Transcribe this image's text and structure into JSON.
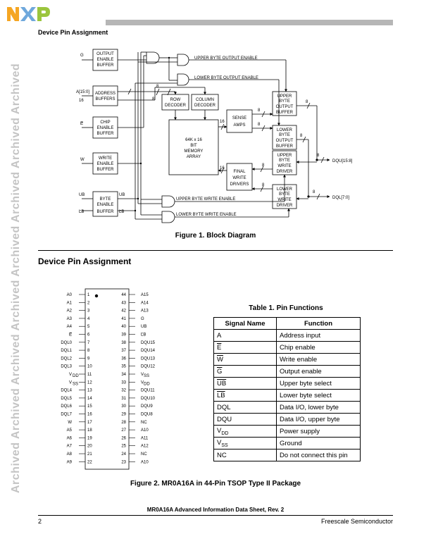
{
  "header": {
    "logo_text": "NXP",
    "section_title": "Device Pin Assignment"
  },
  "watermark": "Archived Archived Archived Archived Archived Archived Archived Archived",
  "block_diagram": {
    "caption": "Figure 1. Block Diagram",
    "blocks": {
      "oeb": [
        "OUTPUT",
        "ENABLE",
        "BUFFER"
      ],
      "ab": [
        "ADDRESS",
        "BUFFERS"
      ],
      "ceb": [
        "CHIP",
        "ENABLE",
        "BUFFER"
      ],
      "web": [
        "WRITE",
        "ENABLE",
        "BUFFER"
      ],
      "beb": [
        "BYTE",
        "ENABLE",
        "BUFFER"
      ],
      "rd": [
        "ROW",
        "DECODER"
      ],
      "cd": [
        "COLUMN",
        "DECODER"
      ],
      "ma": [
        "64K x 16",
        "BIT",
        "MEMORY",
        "ARRAY"
      ],
      "sa": [
        "SENSE",
        "AMPS"
      ],
      "fwd": [
        "FINAL",
        "WRITE",
        "DRIVERS"
      ],
      "uob": [
        "UPPER",
        "BYTE",
        "OUTPUT",
        "BUFFER"
      ],
      "lob": [
        "LOWER",
        "BYTE",
        "OUTPUT",
        "BUFFER"
      ],
      "uwd": [
        "UPPER",
        "BYTE",
        "WRITE",
        "DRIVER"
      ],
      "lwd": [
        "LOWER",
        "BYTE",
        "WRITE",
        "DRIVER"
      ]
    },
    "signals": {
      "g": "G",
      "addr": "A[15:0]",
      "e": "E",
      "w": "W",
      "ub": "UB",
      "lb": "LB",
      "dqu": "DQU[15:8]",
      "dql": "DQL[7:0]",
      "uoe": "UPPER BYTE OUTPUT ENABLE",
      "loe": "LOWER BYTE OUTPUT ENABLE",
      "uwe": "UPPER BYTE WRITE ENABLE",
      "lwe": "LOWER BYTE WRITE ENABLE"
    },
    "bus_widths": {
      "addr": "16",
      "row": "8",
      "col": "8",
      "sense": "8",
      "sense2": "8",
      "array": "16",
      "fwd": "16",
      "fwd2": "8",
      "fwd3": "8",
      "uout": "8",
      "lout": "8",
      "dqu": "8",
      "dql": "8"
    }
  },
  "pin_heading": "Device Pin Assignment",
  "pinout": {
    "caption": "Figure 2. MR0A16A in 44-Pin TSOP Type II Package",
    "left": [
      {
        "name": "A0",
        "num": "1"
      },
      {
        "name": "A1",
        "num": "2"
      },
      {
        "name": "A2",
        "num": "3"
      },
      {
        "name": "A3",
        "num": "4"
      },
      {
        "name": "A4",
        "num": "5"
      },
      {
        "name": "E",
        "num": "6",
        "bar": true
      },
      {
        "name": "DQL0",
        "num": "7"
      },
      {
        "name": "DQL1",
        "num": "8"
      },
      {
        "name": "DQL2",
        "num": "9"
      },
      {
        "name": "DQL3",
        "num": "10"
      },
      {
        "name": "V",
        "sub": "DD",
        "num": "11"
      },
      {
        "name": "V",
        "sub": "SS",
        "num": "12"
      },
      {
        "name": "DQL4",
        "num": "13"
      },
      {
        "name": "DQL5",
        "num": "14"
      },
      {
        "name": "DQL6",
        "num": "15"
      },
      {
        "name": "DQL7",
        "num": "16"
      },
      {
        "name": "W",
        "num": "17",
        "bar": true
      },
      {
        "name": "A5",
        "num": "18"
      },
      {
        "name": "A6",
        "num": "19"
      },
      {
        "name": "A7",
        "num": "20"
      },
      {
        "name": "A8",
        "num": "21"
      },
      {
        "name": "A9",
        "num": "22"
      }
    ],
    "right": [
      {
        "name": "A15",
        "num": "44"
      },
      {
        "name": "A14",
        "num": "43"
      },
      {
        "name": "A13",
        "num": "42"
      },
      {
        "name": "G",
        "num": "41",
        "bar": true
      },
      {
        "name": "UB",
        "num": "40",
        "bar": true
      },
      {
        "name": "LB",
        "num": "39",
        "bar": true
      },
      {
        "name": "DQU15",
        "num": "38"
      },
      {
        "name": "DQU14",
        "num": "37"
      },
      {
        "name": "DQU13",
        "num": "36"
      },
      {
        "name": "DQU12",
        "num": "35"
      },
      {
        "name": "V",
        "sub": "SS",
        "num": "34"
      },
      {
        "name": "V",
        "sub": "DD",
        "num": "33"
      },
      {
        "name": "DQU11",
        "num": "32"
      },
      {
        "name": "DQU10",
        "num": "31"
      },
      {
        "name": "DQU9",
        "num": "30"
      },
      {
        "name": "DQU8",
        "num": "29"
      },
      {
        "name": "NC",
        "num": "28"
      },
      {
        "name": "A10",
        "num": "27"
      },
      {
        "name": "A11",
        "num": "26"
      },
      {
        "name": "A12",
        "num": "25"
      },
      {
        "name": "NC",
        "num": "24"
      },
      {
        "name": "A10",
        "num": "23"
      }
    ]
  },
  "pin_table": {
    "caption": "Table 1. Pin Functions",
    "headers": [
      "Signal Name",
      "Function"
    ],
    "rows": [
      {
        "sig": "A",
        "fn": "Address input"
      },
      {
        "sig": "E",
        "bar": true,
        "fn": "Chip enable"
      },
      {
        "sig": "W",
        "bar": true,
        "fn": "Write enable"
      },
      {
        "sig": "G",
        "bar": true,
        "fn": "Output enable"
      },
      {
        "sig": "UB",
        "bar": true,
        "fn": "Upper byte select"
      },
      {
        "sig": "LB",
        "bar": true,
        "fn": "Lower byte select"
      },
      {
        "sig": "DQL",
        "fn": "Data I/O, lower byte"
      },
      {
        "sig": "DQU",
        "fn": "Data I/O, upper byte"
      },
      {
        "sig": "V",
        "sub": "DD",
        "fn": "Power supply"
      },
      {
        "sig": "V",
        "sub": "SS",
        "fn": "Ground"
      },
      {
        "sig": "NC",
        "fn": "Do not connect this pin"
      }
    ]
  },
  "footer": {
    "doc_title": "MR0A16A Advanced Information Data Sheet, Rev. 2",
    "page": "2",
    "company": "Freescale Semiconductor"
  },
  "colors": {
    "logo_orange": "#f5a623",
    "logo_blue": "#6fa8dc",
    "logo_green": "#9bc53d",
    "watermark": "#c4c4c4",
    "header_rule": "#b6b6b6"
  }
}
